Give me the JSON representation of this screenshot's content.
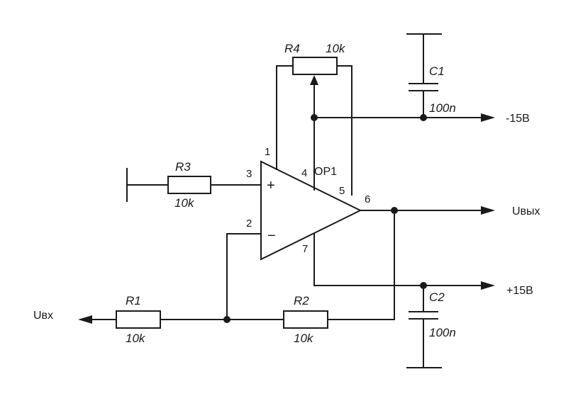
{
  "components": {
    "r1": {
      "name": "R1",
      "value": "10k"
    },
    "r2": {
      "name": "R2",
      "value": "10k"
    },
    "r3": {
      "name": "R3",
      "value": "10k"
    },
    "r4": {
      "name": "R4",
      "value": "10k"
    },
    "c1": {
      "name": "C1",
      "value": "100n"
    },
    "c2": {
      "name": "C2",
      "value": "100n"
    },
    "op1": {
      "name": "OP1",
      "plus": "+",
      "minus": "−"
    }
  },
  "pins": {
    "p1": "1",
    "p2": "2",
    "p3": "3",
    "p4": "4",
    "p5": "5",
    "p6": "6",
    "p7": "7"
  },
  "signals": {
    "input": "Uвх",
    "output": "Uвых",
    "neg_supply": "-15В",
    "pos_supply": "+15В"
  }
}
